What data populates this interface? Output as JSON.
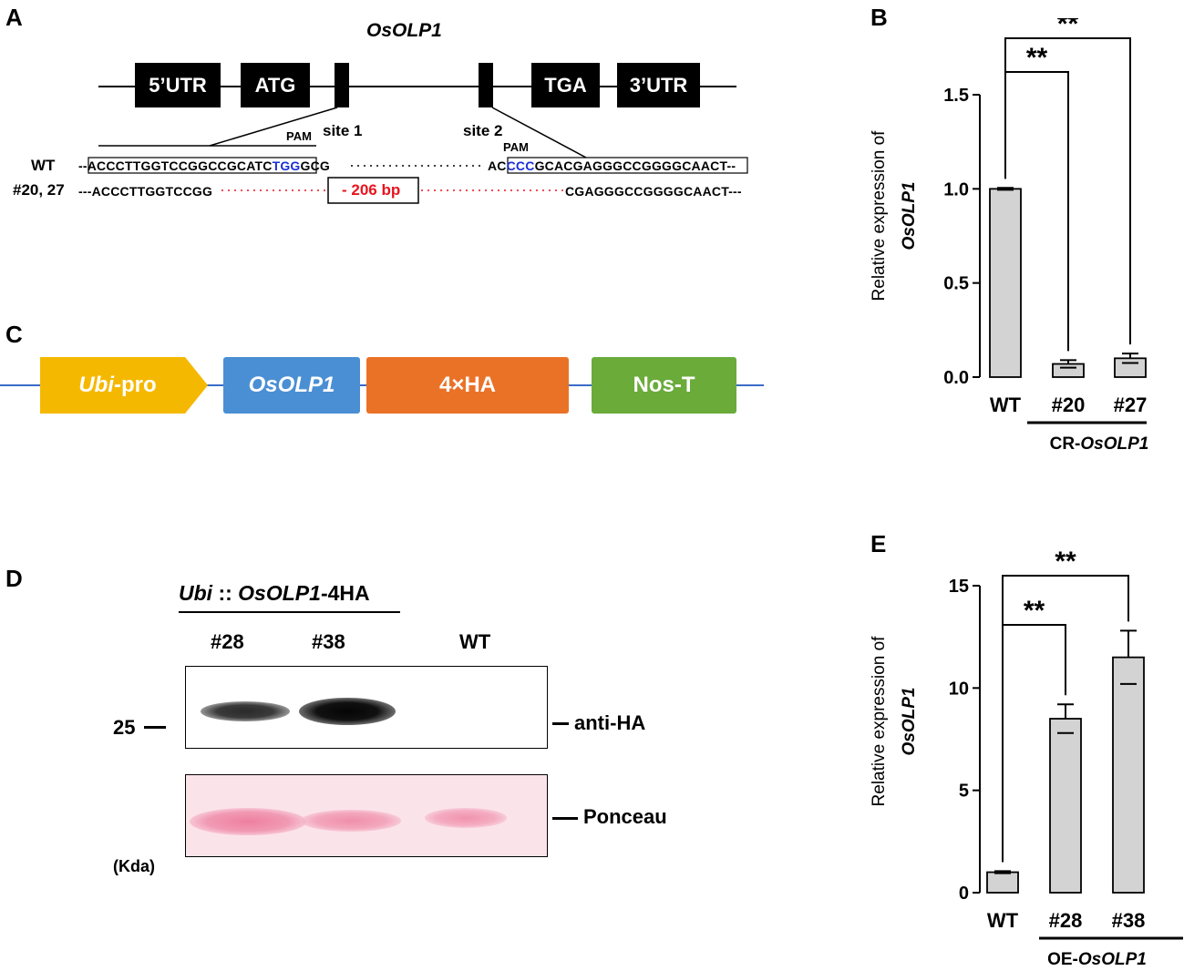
{
  "panels": {
    "A": {
      "letter": "A",
      "gene_title": "OsOLP1",
      "boxes": [
        "5’UTR",
        "ATG",
        "TGA",
        "3’UTR"
      ],
      "site1": "site 1",
      "site2": "site 2",
      "pam": "PAM",
      "wt_label": "WT",
      "wt_seq1_a": "ACCCTTGGTCCGGCCGCATC",
      "wt_seq1_pam": "TGG",
      "wt_seq1_b": "GCG",
      "wt_seq2_a": "AC",
      "wt_seq2_pam": "CCC",
      "wt_seq2_b": "GCACGAGGGCCGGGGCAACT",
      "mut_label": "#20, 27",
      "mut_seq1": "---ACCCTTGGTCCGG",
      "deletion": "- 206 bp",
      "mut_seq2": "CGAGGGCCGGGGCAACT---"
    },
    "B": {
      "letter": "B",
      "ylabel_line1": "Relative expression of",
      "ylabel_line2": "OsOLP1",
      "yticks": [
        "0.0",
        "0.5",
        "1.0",
        "1.5"
      ],
      "group_label_prefix": "CR-",
      "group_label_gene": "OsOLP1",
      "sig": "**"
    },
    "C": {
      "letter": "C",
      "parts": {
        "ubi_italic": "Ubi",
        "ubi_rest": "-pro",
        "gene": "OsOLP1",
        "tag": "4×HA",
        "terminator": "Nos-T"
      }
    },
    "D": {
      "letter": "D",
      "construct_italic1": "Ubi",
      "construct_sep": " :: ",
      "construct_italic2": "OsOLP1",
      "construct_rest": "-4HA",
      "lanes": [
        "#28",
        "#38",
        "WT"
      ],
      "marker": "25",
      "anti_label": "anti-HA",
      "ponceau_label": "Ponceau",
      "unit": "(Kda)"
    },
    "E": {
      "letter": "E",
      "ylabel_line1": "Relative expression of",
      "ylabel_line2": "OsOLP1",
      "yticks": [
        "0",
        "5",
        "10",
        "15"
      ],
      "group_label_prefix": "OE-",
      "group_label_gene": "OsOLP1",
      "sig": "**"
    }
  },
  "colors": {
    "bar_fill": "#d3d3d3",
    "ubi": "#f5b800",
    "gene": "#4a8fd4",
    "tag": "#ea7227",
    "terminator": "#6aab3a",
    "line": "#3a6cc8",
    "ponceau": "#f7c4d4"
  },
  "chart_data": [
    {
      "type": "bar",
      "panel": "B",
      "categories": [
        "WT",
        "#20",
        "#27"
      ],
      "values": [
        1.0,
        0.07,
        0.1
      ],
      "errors": [
        0.005,
        0.02,
        0.025
      ],
      "ylabel": "Relative expression of OsOLP1",
      "ylim": [
        0,
        1.5
      ],
      "group": "CR-OsOLP1",
      "significance": [
        {
          "from": "WT",
          "to": "#20",
          "label": "**"
        },
        {
          "from": "WT",
          "to": "#27",
          "label": "**"
        }
      ]
    },
    {
      "type": "bar",
      "panel": "E",
      "categories": [
        "WT",
        "#28",
        "#38"
      ],
      "values": [
        1.0,
        8.5,
        11.5
      ],
      "errors": [
        0.05,
        0.7,
        1.3
      ],
      "ylabel": "Relative expression of OsOLP1",
      "ylim": [
        0,
        15
      ],
      "group": "OE-OsOLP1",
      "significance": [
        {
          "from": "WT",
          "to": "#28",
          "label": "**"
        },
        {
          "from": "WT",
          "to": "#38",
          "label": "**"
        }
      ]
    }
  ]
}
